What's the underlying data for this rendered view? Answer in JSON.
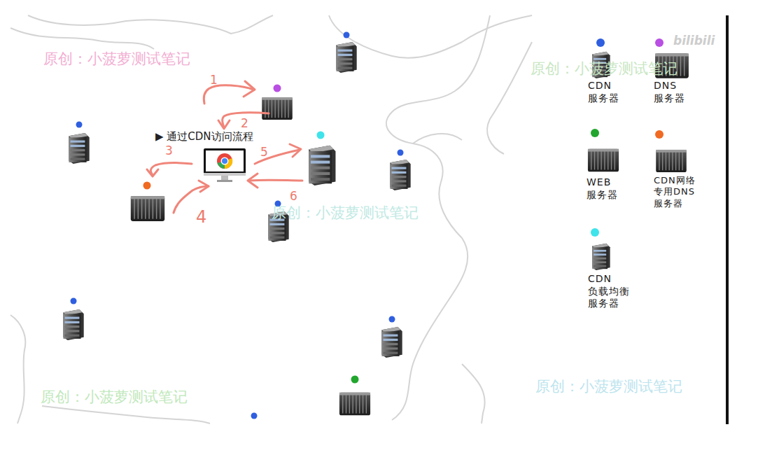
{
  "diagram": {
    "nodes": [
      {
        "text": [
          "▶ 通过CDN访问流程"
        ]
      }
    ],
    "labels": [
      "1",
      "2",
      "3",
      "4",
      "5",
      "6",
      "原创：小菠萝测试笔记",
      "原创：小菠萝测试笔记",
      "原创：小菠萝测试笔记",
      "原创：小菠萝测试笔记",
      "原创：小菠萝测试笔记",
      "bilibili"
    ],
    "legend": [
      {
        "text": "CDN 服务器",
        "color": "#2f5fe0"
      },
      {
        "text": "DNS 服务器",
        "color": "#b94fe3"
      },
      {
        "text": "WEB 服务器",
        "color": "#22a62e"
      },
      {
        "text": "CDN网络 专用DNS 服务器",
        "color": "#f06a22"
      },
      {
        "text": "CDN 负载均衡 服务器",
        "color": "#3fe3ea"
      }
    ]
  }
}
